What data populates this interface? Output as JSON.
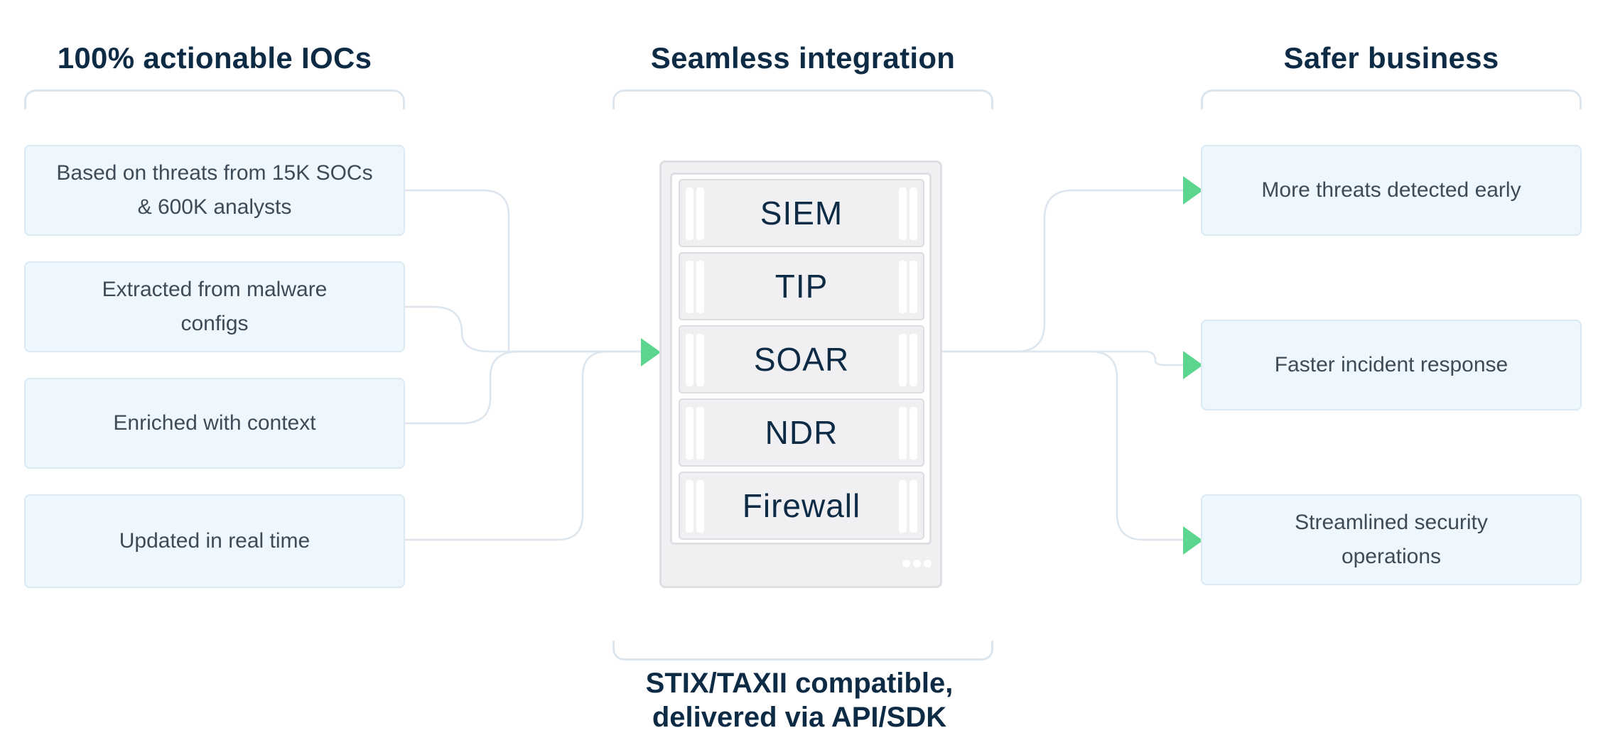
{
  "columns": {
    "left": {
      "title": "100% actionable IOCs"
    },
    "center": {
      "title": "Seamless integration"
    },
    "right": {
      "title": "Safer business"
    }
  },
  "left_cards": [
    {
      "line1": "Based on threats from 15K SOCs",
      "line2": "& 600K analysts"
    },
    {
      "line1": "Extracted from malware",
      "line2": "configs"
    },
    {
      "line1": "Enriched with context",
      "line2": ""
    },
    {
      "line1": "Updated in real time",
      "line2": ""
    }
  ],
  "rack_slots": [
    "SIEM",
    "TIP",
    "SOAR",
    "NDR",
    "Firewall"
  ],
  "right_cards": [
    {
      "line1": "More threats detected early",
      "line2": ""
    },
    {
      "line1": "Faster incident response",
      "line2": ""
    },
    {
      "line1": "Streamlined security",
      "line2": "operations"
    }
  ],
  "footer": {
    "line1": "STIX/TAXII compatible,",
    "line2": "delivered via API/SDK"
  },
  "colors": {
    "heading": "#0d2b45",
    "card_bg": "#eef7fd",
    "connector": "#dde6ee",
    "arrow": "#5cd68e"
  }
}
